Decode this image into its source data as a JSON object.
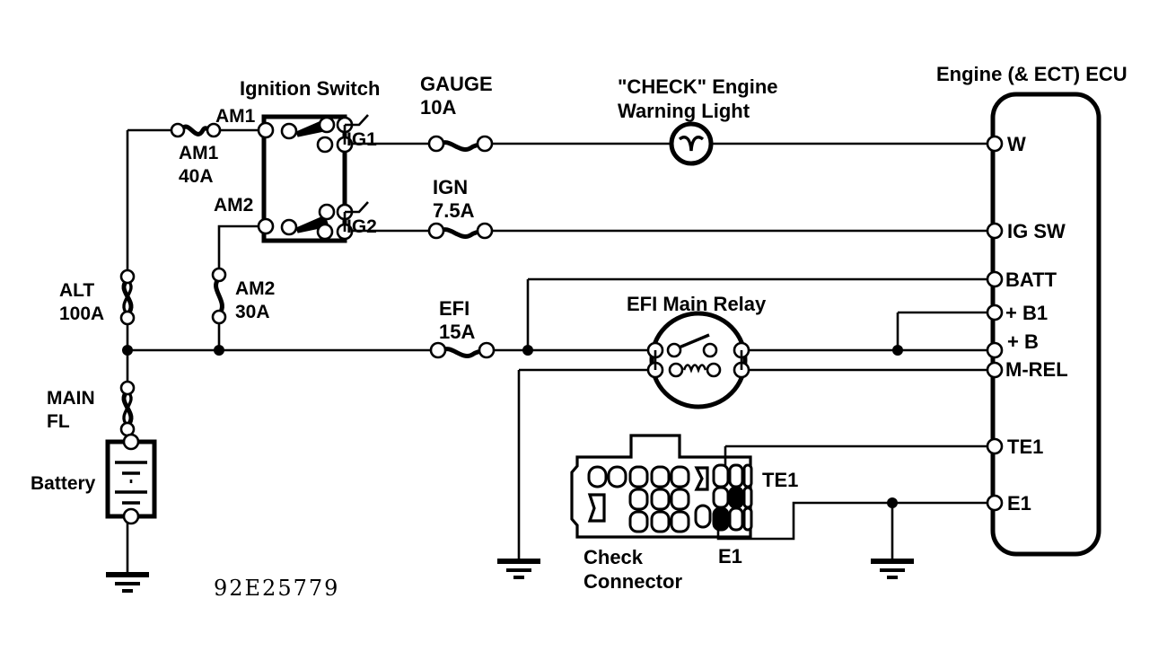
{
  "diagram": {
    "title_part_number": "92E25779",
    "components": {
      "ignition_switch": {
        "label": "Ignition Switch",
        "terminals": [
          "AM1",
          "AM2",
          "IG1",
          "IG2"
        ]
      },
      "ecu": {
        "label": "Engine (& ECT) ECU",
        "terminals": [
          "W",
          "IG SW",
          "BATT",
          "+ B1",
          "+ B",
          "M-REL",
          "TE1",
          "E1"
        ]
      },
      "warning_light": {
        "line1": "\"CHECK\" Engine",
        "line2": "Warning Light"
      },
      "efi_main_relay": {
        "label": "EFI Main Relay"
      },
      "check_connector": {
        "line1": "Check",
        "line2": "Connector",
        "pin_te1": "TE1",
        "pin_e1": "E1"
      },
      "battery": {
        "label": "Battery"
      }
    },
    "fuses": [
      {
        "name": "AM1",
        "rating": "40A",
        "type": "fusible-link"
      },
      {
        "name": "AM2",
        "rating": "30A",
        "type": "fusible-link"
      },
      {
        "name": "ALT",
        "rating": "100A",
        "type": "fusible-link"
      },
      {
        "name": "MAIN",
        "rating": "FL",
        "type": "fusible-link"
      },
      {
        "name": "GAUGE",
        "rating": "10A",
        "type": "fuse"
      },
      {
        "name": "IGN",
        "rating": "7.5A",
        "type": "fuse"
      },
      {
        "name": "EFI",
        "rating": "15A",
        "type": "fuse"
      }
    ],
    "labels": {
      "ignition_switch": "Ignition Switch",
      "am1_terminal": "AM1",
      "am2_terminal": "AM2",
      "ig1_terminal": "IG1",
      "ig2_terminal": "IG2",
      "am1_fuse_name": "AM1",
      "am1_fuse_rating": "40A",
      "am2_fuse_name": "AM2",
      "am2_fuse_rating": "30A",
      "alt_fuse_name": "ALT",
      "alt_fuse_rating": "100A",
      "main_fuse_name": "MAIN",
      "main_fuse_rating": "FL",
      "gauge_fuse_name": "GAUGE",
      "gauge_fuse_rating": "10A",
      "ign_fuse_name": "IGN",
      "ign_fuse_rating": "7.5A",
      "efi_fuse_name": "EFI",
      "efi_fuse_rating": "15A",
      "check_engine_l1": "\"CHECK\" Engine",
      "check_engine_l2": "Warning Light",
      "efi_main_relay": "EFI Main Relay",
      "ecu_title": "Engine (& ECT) ECU",
      "ecu_w": "W",
      "ecu_igsw": "IG SW",
      "ecu_batt": "BATT",
      "ecu_b1": "+ B1",
      "ecu_b": "+ B",
      "ecu_mrel": "M-REL",
      "ecu_te1": "TE1",
      "ecu_e1": "E1",
      "conn_te1": "TE1",
      "conn_e1": "E1",
      "check_connector_l1": "Check",
      "check_connector_l2": "Connector",
      "battery": "Battery",
      "part_number": "92E25779"
    },
    "colors": {
      "ink": "#000000",
      "paper": "#ffffff"
    }
  }
}
